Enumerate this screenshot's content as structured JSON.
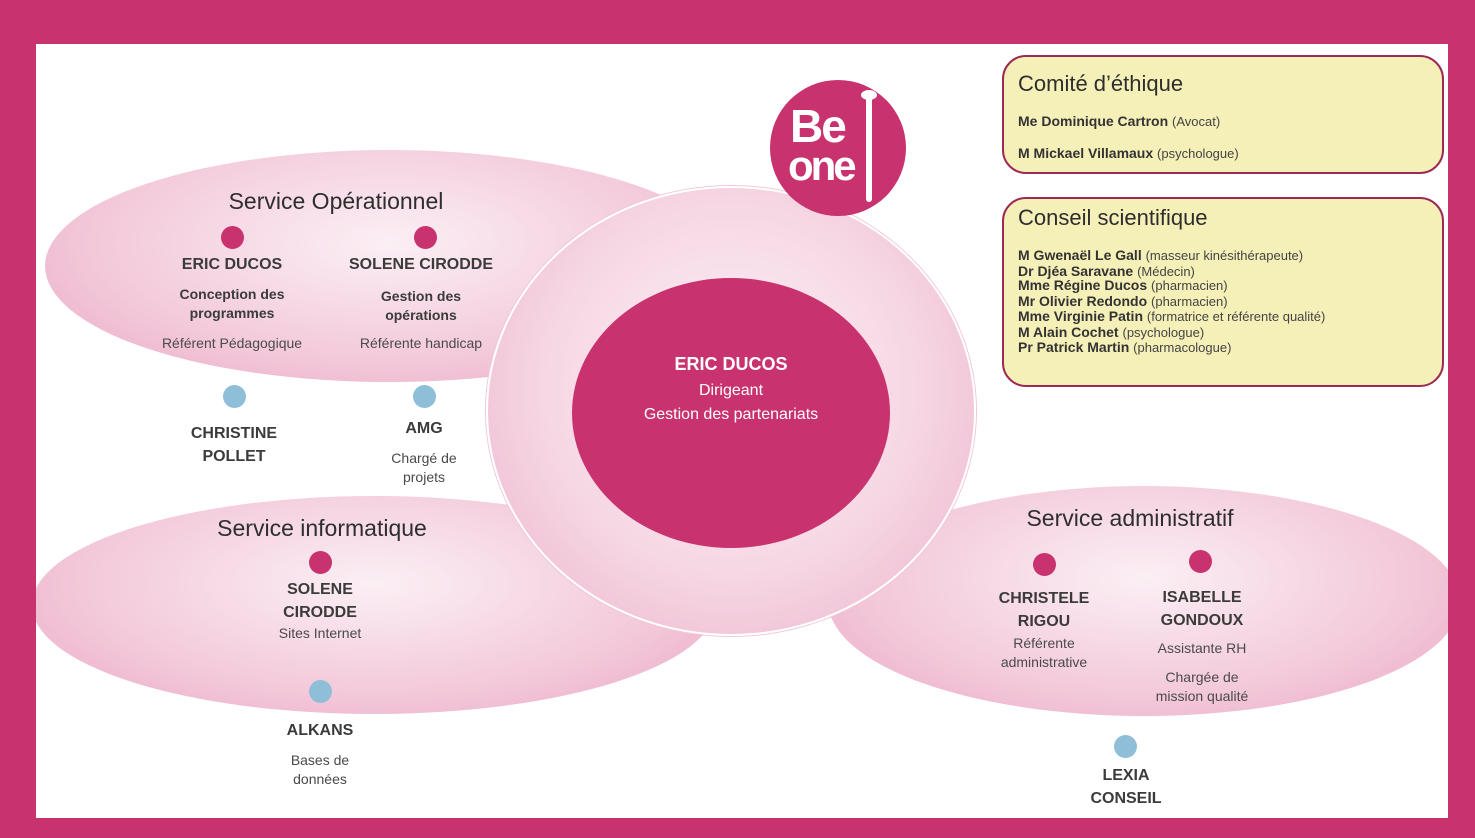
{
  "logo": {
    "line1": "Be",
    "line2": "one"
  },
  "center": {
    "name": "ERIC DUCOS",
    "role1": "Dirigeant",
    "role2": "Gestion des partenariats"
  },
  "service_operationnel": {
    "title": "Service Opérationnel",
    "person1": {
      "name": "ERIC DUCOS",
      "role_line1": "Conception des",
      "role_line2": "programmes",
      "ref": "Référent Pédagogique"
    },
    "person2": {
      "name": "SOLENE CIRODDE",
      "role_line1": "Gestion des",
      "role_line2": "opérations",
      "ref": "Référente handicap"
    },
    "ext1": {
      "line1": "CHRISTINE",
      "line2": "POLLET"
    },
    "ext2": {
      "name": "AMG",
      "role_line1": "Chargé de",
      "role_line2": "projets"
    }
  },
  "service_informatique": {
    "title": "Service informatique",
    "person1": {
      "line1": "SOLENE",
      "line2": "CIRODDE",
      "role": "Sites Internet"
    },
    "ext1": {
      "name": "ALKANS",
      "role_line1": "Bases de",
      "role_line2": "données"
    }
  },
  "service_administratif": {
    "title": "Service administratif",
    "person1": {
      "line1": "CHRISTELE",
      "line2": "RIGOU",
      "role_line1": "Référente",
      "role_line2": "administrative"
    },
    "person2": {
      "line1": "ISABELLE",
      "line2": "GONDOUX",
      "role": "Assistante RH",
      "role2_line1": "Chargée de",
      "role2_line2": "mission qualité"
    },
    "ext1": {
      "line1": "LEXIA",
      "line2": "CONSEIL"
    }
  },
  "comite_ethique": {
    "title": "Comité d’éthique",
    "members": [
      {
        "name": "Me Dominique Cartron",
        "qual": "(Avocat)"
      },
      {
        "name": "M Mickael Villamaux",
        "qual": "(psychologue)"
      }
    ]
  },
  "conseil_scientifique": {
    "title": "Conseil scientifique",
    "members": [
      {
        "name": "M Gwenaël Le Gall",
        "qual": "(masseur kinésithérapeute)"
      },
      {
        "name": "Dr Djéa Saravane",
        "qual": "(Médecin)"
      },
      {
        "name": "Mme Régine Ducos",
        "qual": "(pharmacien)"
      },
      {
        "name": "Mr Olivier Redondo",
        "qual": "(pharmacien)"
      },
      {
        "name": "Mme Virginie Patin",
        "qual": "(formatrice et référente qualité)"
      },
      {
        "name": "M Alain Cochet",
        "qual": "(psychologue)"
      },
      {
        "name": "Pr Patrick Martin",
        "qual": "(pharmacologue)"
      }
    ]
  },
  "colors": {
    "brand": "#c8326e",
    "internal_dot": "#c8326e",
    "external_dot": "#8fbfd8",
    "box_fill": "#f5efb8",
    "box_border": "#9c2a55"
  }
}
